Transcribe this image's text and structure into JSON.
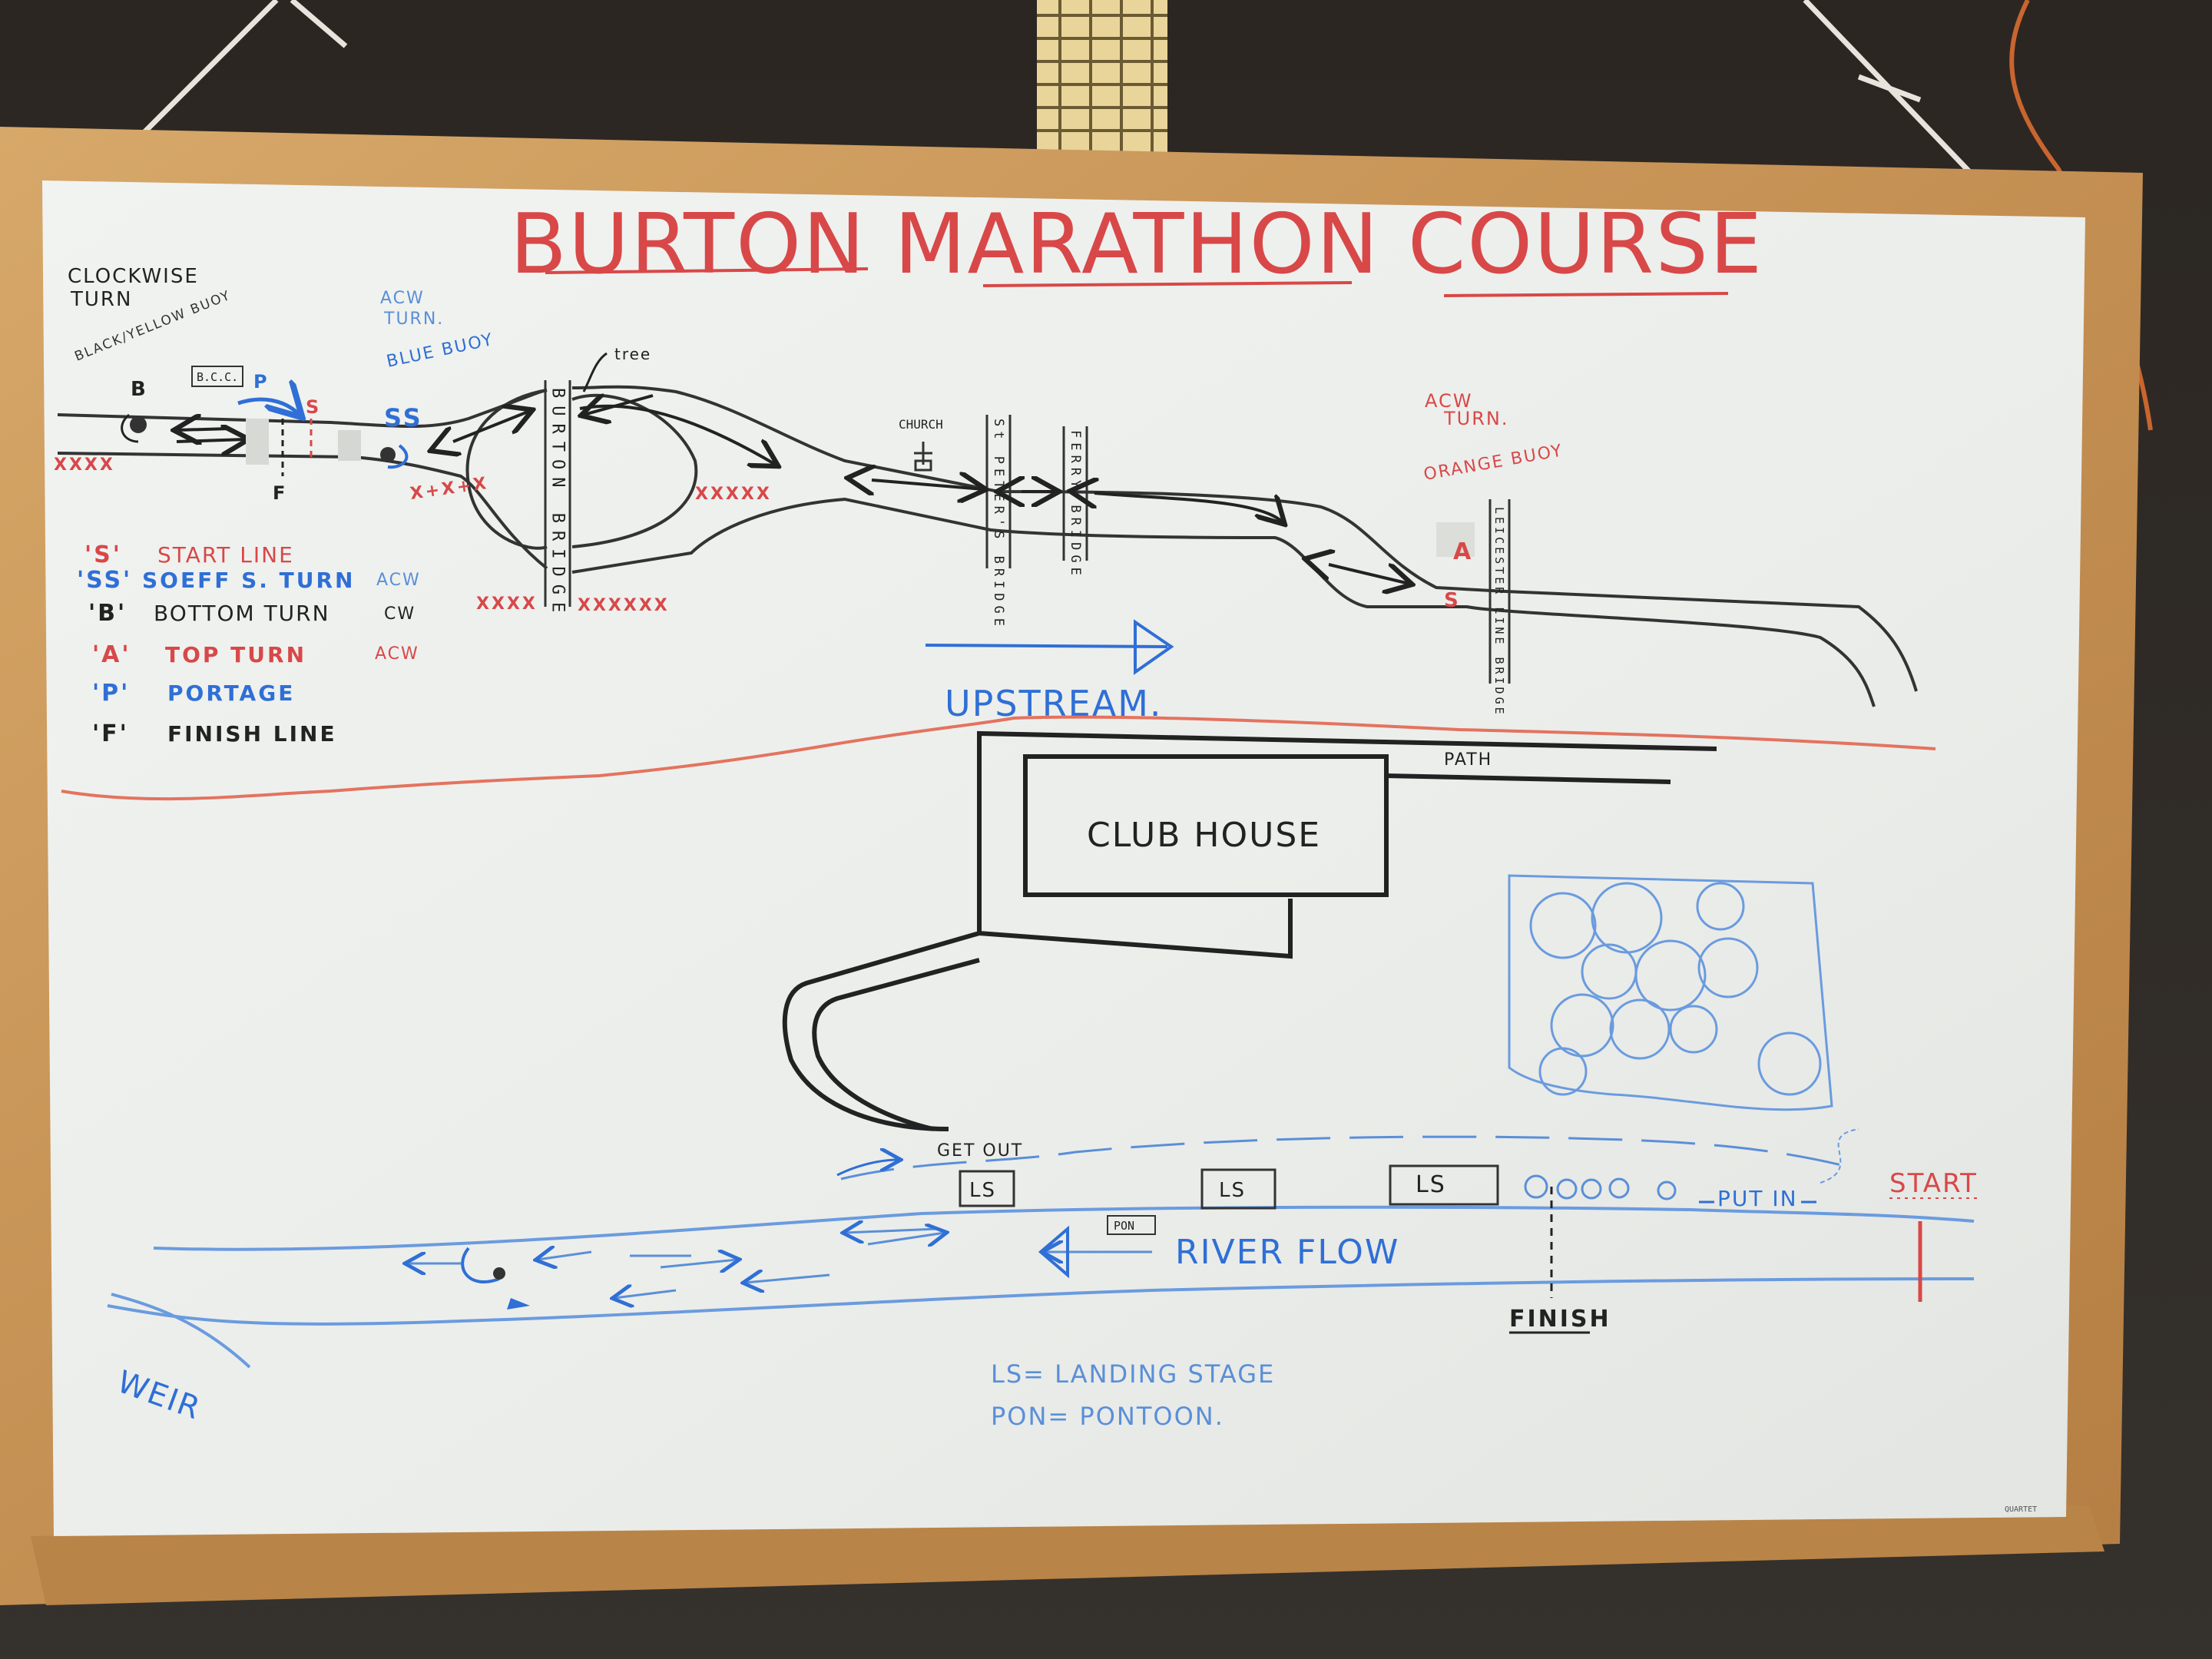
{
  "board": {
    "title": "BURTON  MARATHON  COURSE",
    "manufacturer_mark": "QUARTET"
  },
  "course_map": {
    "clockwise_turn_line1": "CLOCKWISE",
    "clockwise_turn_line2": "TURN",
    "buoy_black_yellow": "BLACK/YELLOW BUOY",
    "label_b": "B",
    "label_bcc": "B.C.C.",
    "label_p": "P",
    "label_s": "S",
    "label_f": "F",
    "acw_turn_left_line1": "ACW",
    "acw_turn_left_line2": "TURN.",
    "blue_buoy": "BLUE BUOY",
    "label_ss": "SS",
    "tree": "tree",
    "burton_bridge": "BURTON BRIDGE",
    "church": "CHURCH",
    "st_peters_bridge": "St PETER'S BRIDGE",
    "ferry_bridge": "FERRY BRIDGE",
    "acw_turn_right_line1": "ACW",
    "acw_turn_right_line2": "TURN.",
    "orange_buoy": "ORANGE BUOY",
    "label_a": "A",
    "leicester_line_bridge": "LEICESTER LINE BRIDGE"
  },
  "legend": [
    {
      "key": "'S'",
      "desc": "START LINE",
      "note": "",
      "color": "#d84848"
    },
    {
      "key": "'SS'",
      "desc": "SOEFF S. TURN",
      "note": "ACW",
      "color": "#2f6fd6"
    },
    {
      "key": "'B'",
      "desc": "BOTTOM TURN",
      "note": "CW",
      "color": "#222222"
    },
    {
      "key": "'A'",
      "desc": "TOP TURN",
      "note": "ACW",
      "color": "#d84848"
    },
    {
      "key": "'P'",
      "desc": "PORTAGE",
      "note": "",
      "color": "#2f6fd6"
    },
    {
      "key": "'F'",
      "desc": "FINISH LINE",
      "note": "",
      "color": "#222222"
    }
  ],
  "club_map": {
    "upstream": "UPSTREAM.",
    "path": "PATH",
    "club_house": "CLUB HOUSE",
    "get_out": "GET OUT",
    "ls": "LS",
    "pon": "PON",
    "put_in": "PUT IN",
    "start": "START",
    "river_flow": "RIVER    FLOW",
    "finish": "FINISH",
    "weir": "WEIR",
    "key_ls": "LS= LANDING STAGE",
    "key_pon": "PON= PONTOON."
  },
  "colors": {
    "red_marker": "#d84848",
    "blue_marker": "#2f6fd6",
    "black_marker": "#222222",
    "frame_wood": "#c99a5e",
    "board_white": "#eef0ee"
  }
}
